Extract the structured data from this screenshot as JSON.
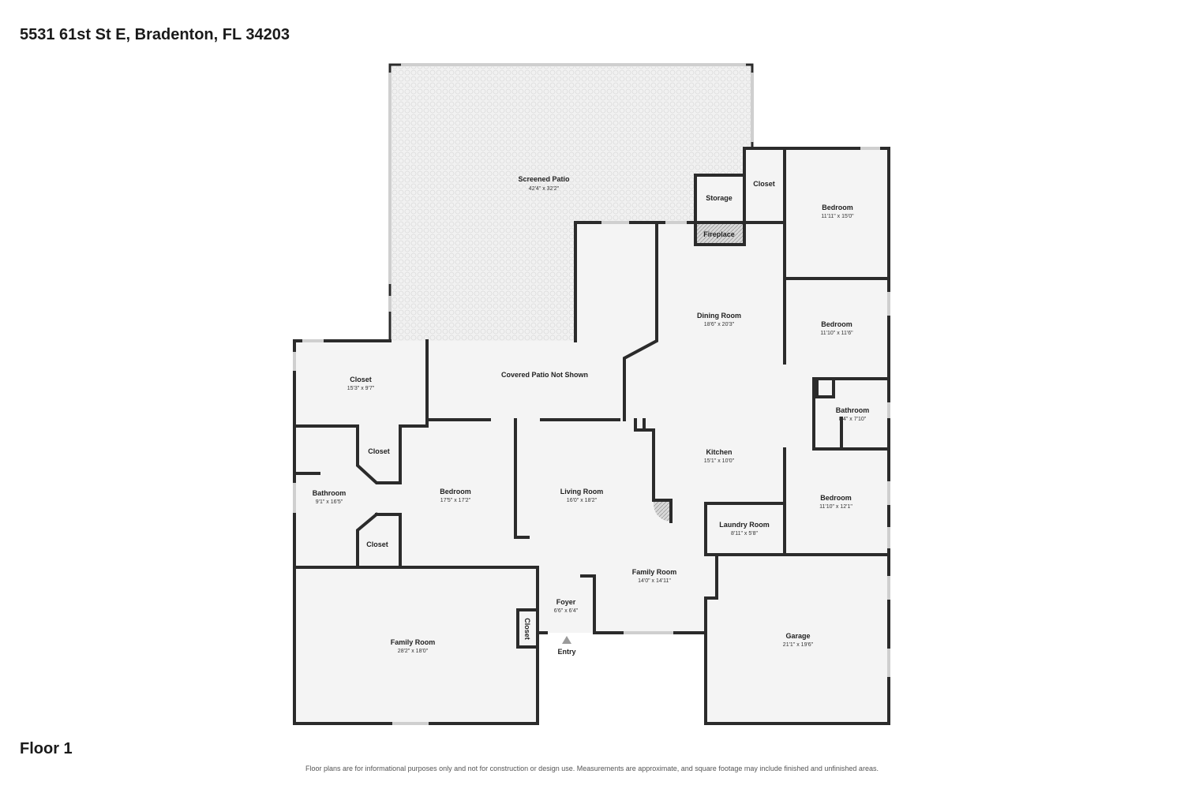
{
  "header": {
    "address": "5531 61st St E, Bradenton, FL 34203"
  },
  "footer": {
    "floor_label": "Floor 1",
    "disclaimer": "Floor plans are for informational purposes only and not for construction or design use. Measurements are approximate, and square footage may include finished and unfinished areas."
  },
  "colors": {
    "wall": "#2b2b2b",
    "floor": "#f4f4f4",
    "patio": "#efefef",
    "window": "#cfcfcf"
  },
  "rooms": {
    "screened_patio": {
      "name": "Screened Patio",
      "dims": "42'4\" x 32'2\""
    },
    "storage": {
      "name": "Storage"
    },
    "closet_top": {
      "name": "Closet"
    },
    "fireplace": {
      "name": "Fireplace"
    },
    "bedroom_ne": {
      "name": "Bedroom",
      "dims": "11'11\" x 15'0\""
    },
    "dining_room": {
      "name": "Dining Room",
      "dims": "18'6\" x 20'3\""
    },
    "bedroom_e": {
      "name": "Bedroom",
      "dims": "11'10\" x 11'6\""
    },
    "bathroom_e": {
      "name": "Bathroom",
      "dims": "8'4\" x 7'10\""
    },
    "closet_w": {
      "name": "Closet",
      "dims": "15'3\" x 9'7\""
    },
    "covered_patio": {
      "name": "Covered Patio Not Shown"
    },
    "kitchen": {
      "name": "Kitchen",
      "dims": "15'1\" x 10'0\""
    },
    "closet_upper": {
      "name": "Closet"
    },
    "bathroom_w": {
      "name": "Bathroom",
      "dims": "9'1\" x 16'5\""
    },
    "bedroom_w": {
      "name": "Bedroom",
      "dims": "17'5\" x 17'2\""
    },
    "living_room": {
      "name": "Living Room",
      "dims": "16'0\" x 18'2\""
    },
    "bedroom_se": {
      "name": "Bedroom",
      "dims": "11'10\" x 12'1\""
    },
    "laundry_room": {
      "name": "Laundry Room",
      "dims": "8'11\" x 5'8\""
    },
    "closet_lower": {
      "name": "Closet"
    },
    "family_room_c": {
      "name": "Family Room",
      "dims": "14'0\" x 14'11\""
    },
    "foyer": {
      "name": "Foyer",
      "dims": "6'6\" x 6'4\""
    },
    "family_room_w": {
      "name": "Family Room",
      "dims": "28'2\" x 18'0\""
    },
    "closet_small": {
      "name": "Closet"
    },
    "garage": {
      "name": "Garage",
      "dims": "21'1\" x 19'6\""
    },
    "entry": {
      "name": "Entry"
    }
  }
}
